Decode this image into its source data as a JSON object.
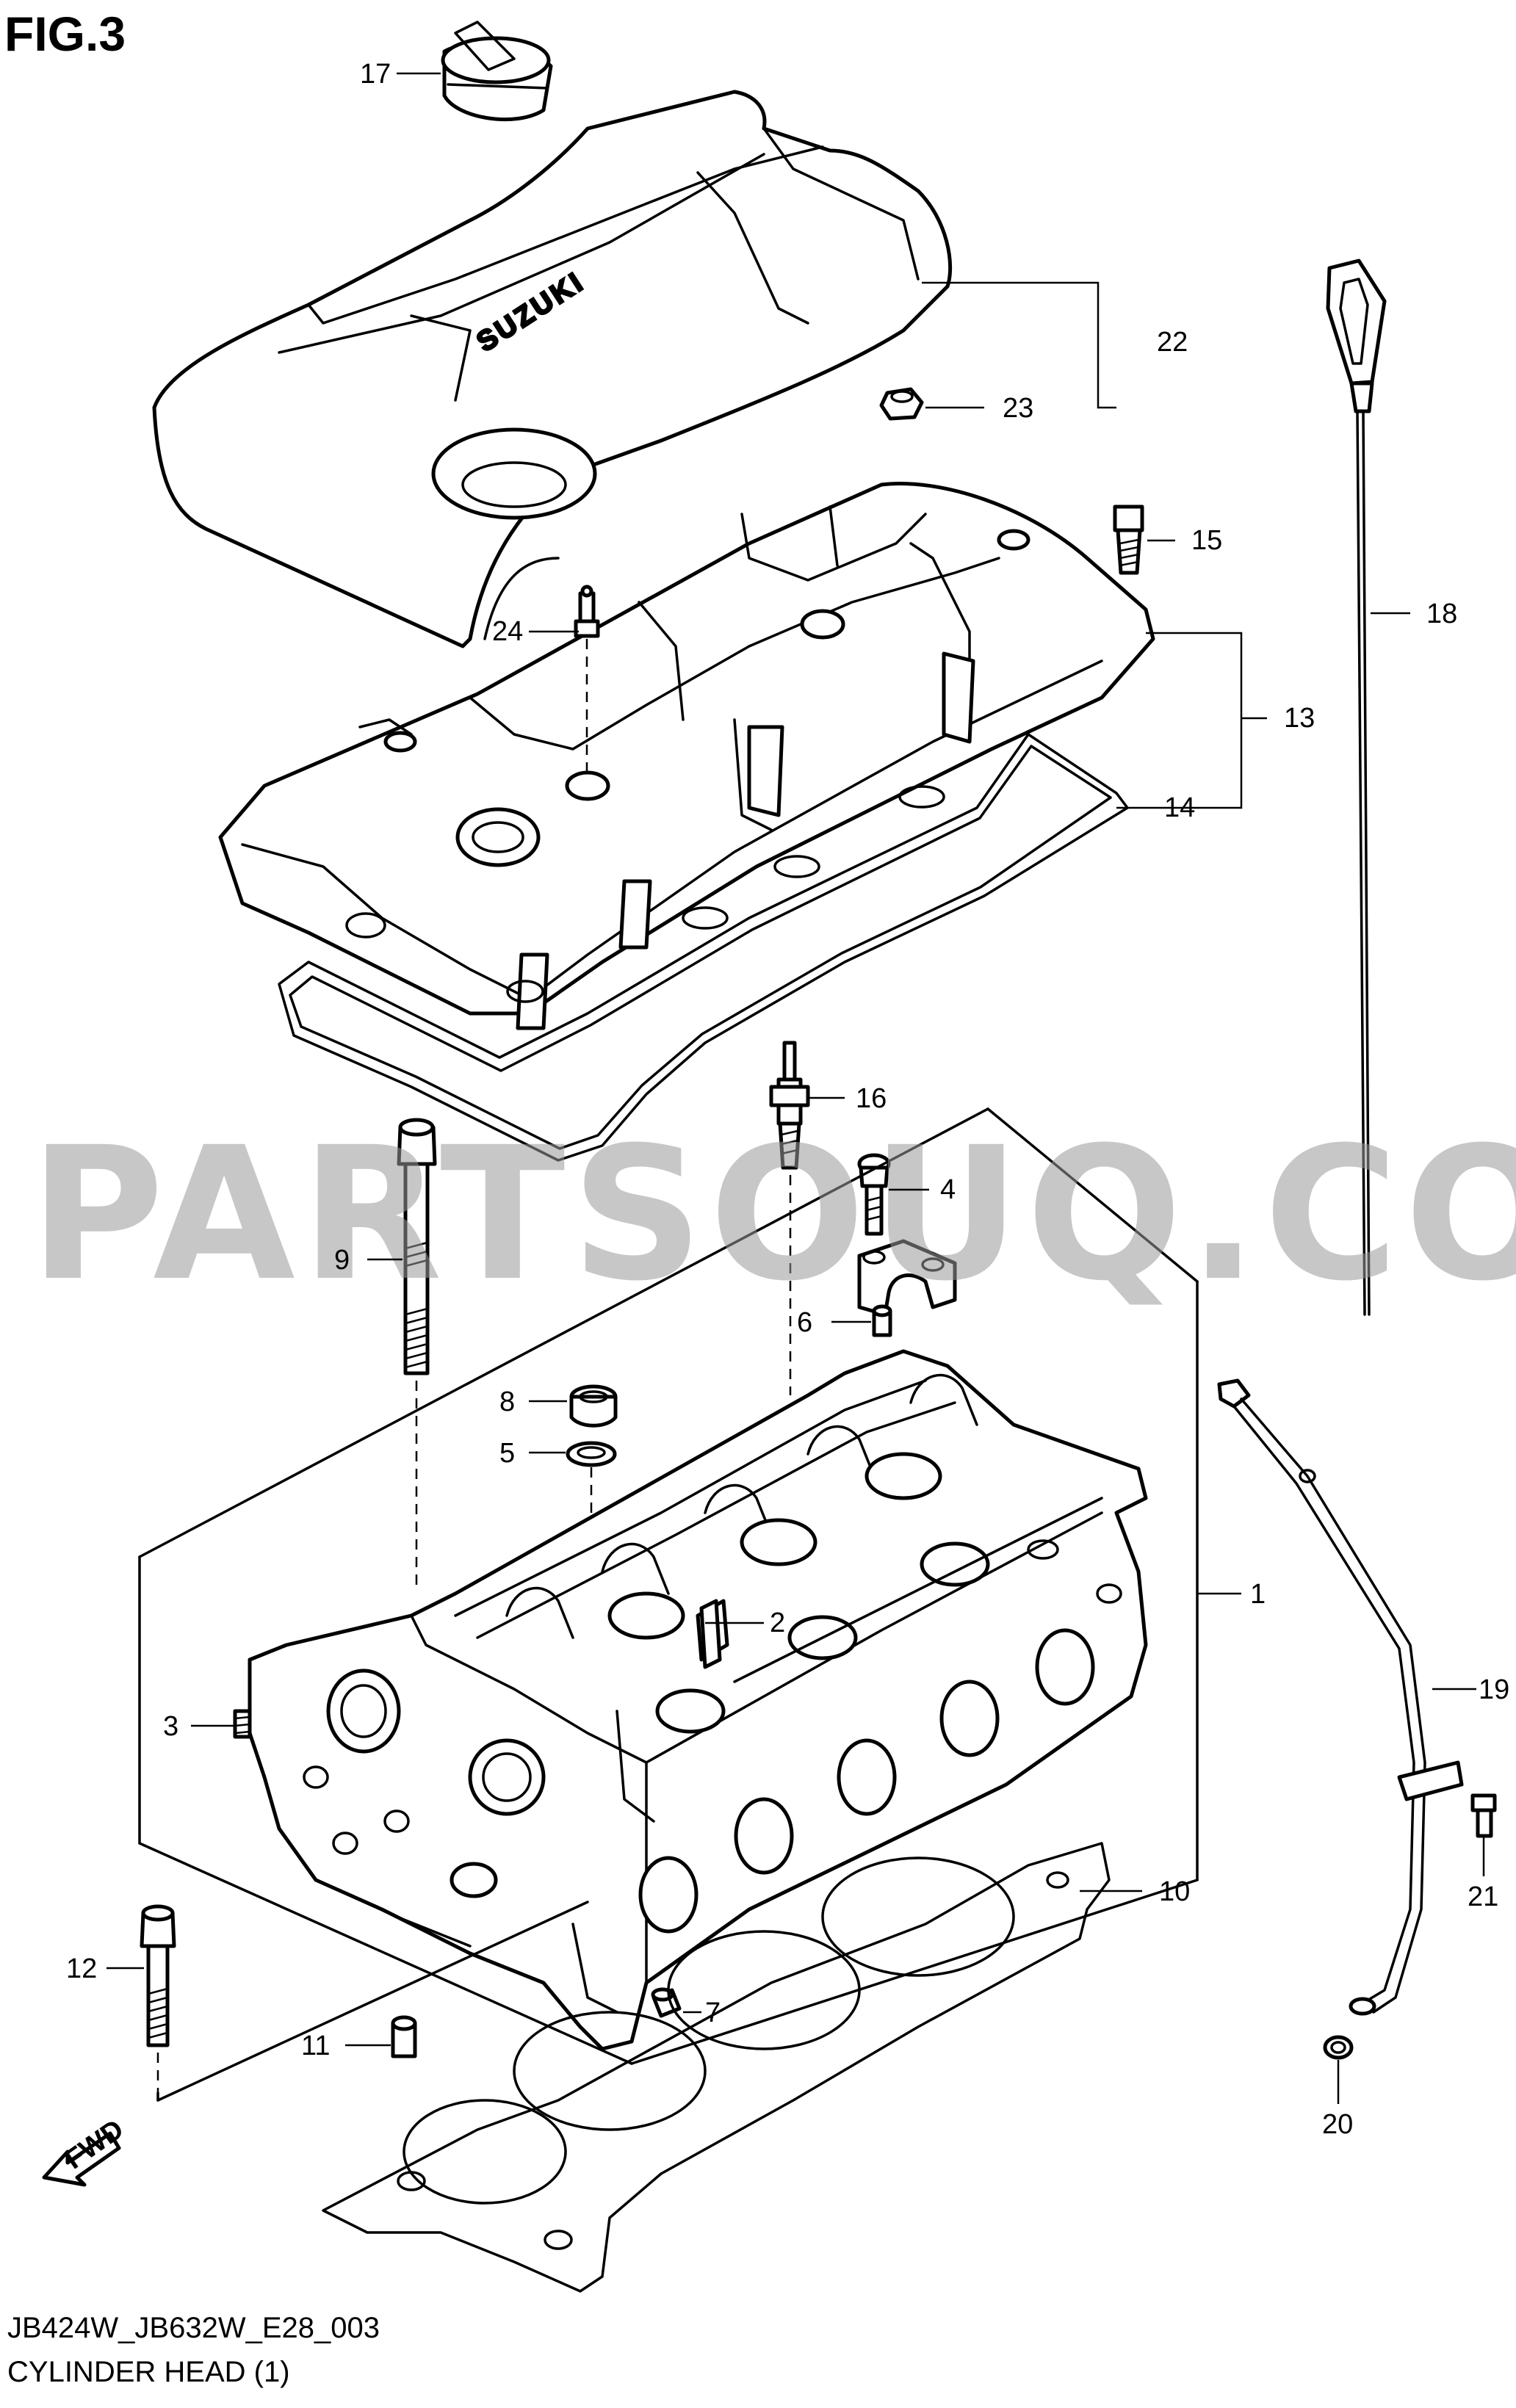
{
  "figure": {
    "title": "FIG.3"
  },
  "watermark": "PARTSOUQ.COM",
  "brand_marking": "SUZUKI",
  "fwd_marking": "FWD",
  "footer": {
    "code": "JB424W_JB632W_E28_003",
    "caption": "CYLINDER HEAD (1)"
  },
  "callouts": {
    "c1": "1",
    "c2": "2",
    "c3": "3",
    "c4": "4",
    "c5": "5",
    "c6": "6",
    "c7": "7",
    "c8": "8",
    "c9": "9",
    "c10": "10",
    "c11": "11",
    "c12": "12",
    "c13": "13",
    "c14": "14",
    "c15": "15",
    "c16": "16",
    "c17": "17",
    "c18": "18",
    "c19": "19",
    "c20": "20",
    "c21": "21",
    "c22": "22",
    "c23": "23",
    "c24": "24"
  }
}
